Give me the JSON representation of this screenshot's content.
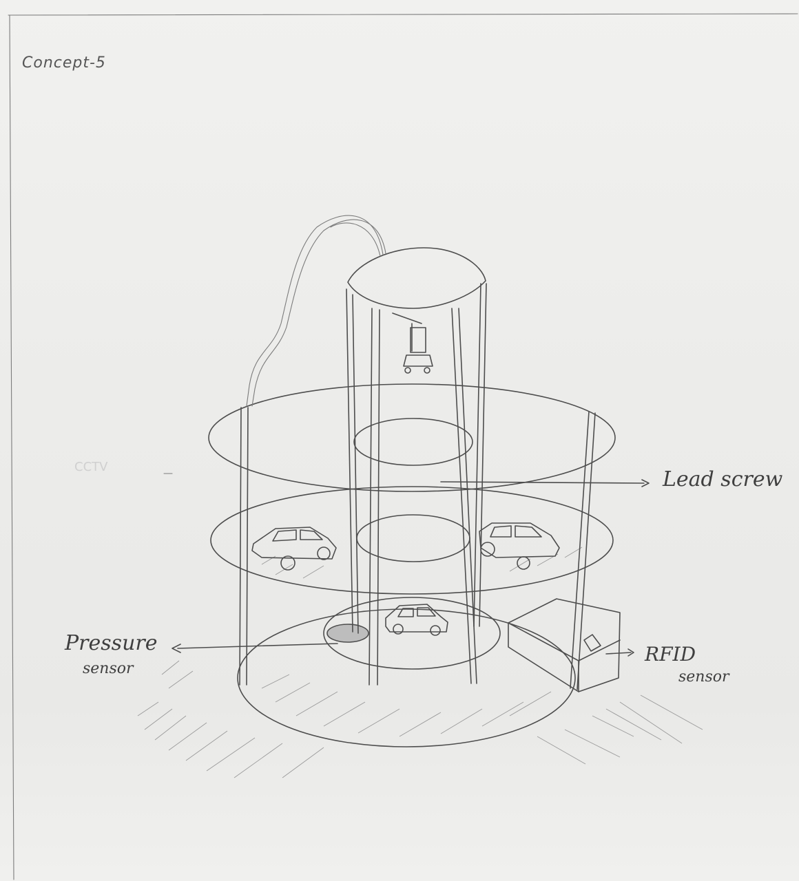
{
  "title": "Concept-5",
  "labels": {
    "lead_screw": "Lead screw",
    "pressure_sensor_line1": "Pressure",
    "pressure_sensor_line2": "sensor",
    "rfid_line1": "RFID",
    "rfid_line2": "sensor",
    "faint_left": "CCTV"
  },
  "colors": {
    "paper": "#ececea",
    "pencil": "#4d4d4d"
  }
}
